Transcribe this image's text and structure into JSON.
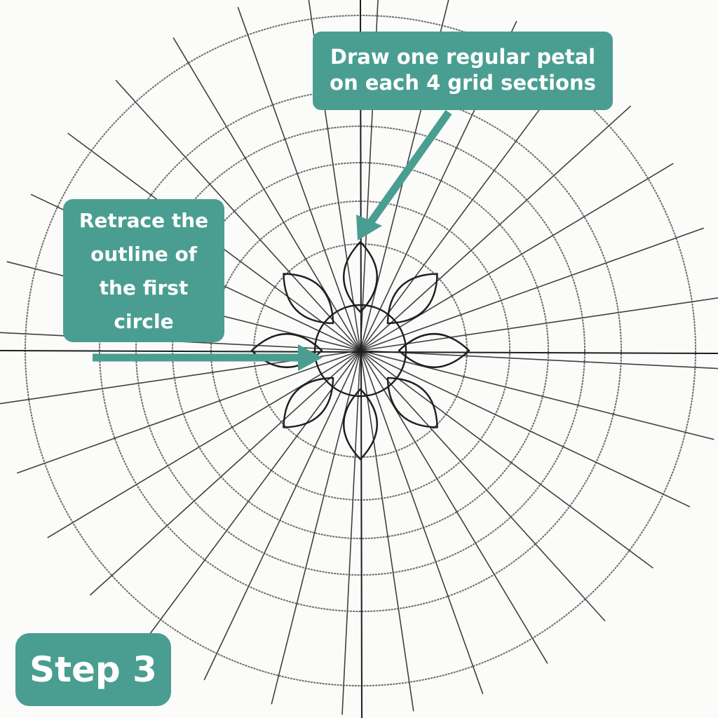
{
  "labels": {
    "petal_instruction": [
      "Draw one regular petal",
      "on each 4 grid sections"
    ],
    "retrace_instruction": [
      "Retrace the",
      "outline of",
      "the first",
      "circle"
    ],
    "step": "Step 3"
  },
  "diagram": {
    "concentric_circles": 6,
    "radial_lines": 32,
    "petals": 8
  },
  "colors": {
    "accent": "#4a9e91",
    "label_text": "#ffffff",
    "ink": "#1e1e1e",
    "pencil": "#4a4a4a",
    "paper": "#fbfbfa"
  }
}
